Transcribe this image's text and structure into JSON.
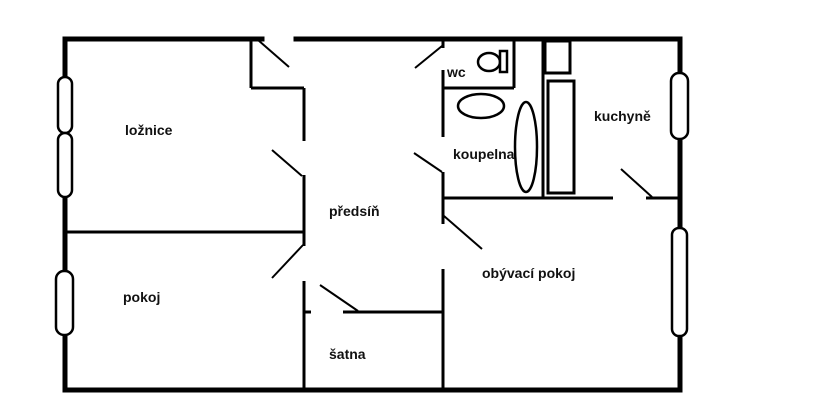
{
  "diagram": {
    "type": "floor-plan",
    "colors": {
      "wall": "#000000",
      "background": "#ffffff",
      "text": "#111111"
    },
    "rooms": [
      {
        "id": "loznice",
        "label": "ložnice"
      },
      {
        "id": "pokoj",
        "label": "pokoj"
      },
      {
        "id": "predsin",
        "label": "předsíň"
      },
      {
        "id": "satna",
        "label": "šatna"
      },
      {
        "id": "wc",
        "label": "wc"
      },
      {
        "id": "koupelna",
        "label": "koupelna"
      },
      {
        "id": "kuchyne",
        "label": "kuchyně"
      },
      {
        "id": "obyvaci-pokoj",
        "label": "obývací pokoj"
      }
    ],
    "fixtures": [
      {
        "room": "wc",
        "type": "toilet"
      },
      {
        "room": "koupelna",
        "type": "sink"
      },
      {
        "room": "koupelna",
        "type": "bathtub"
      },
      {
        "room": "kuchyne",
        "type": "stove"
      },
      {
        "room": "kuchyne",
        "type": "counter"
      }
    ],
    "windows": [
      {
        "room": "loznice",
        "wall": "left",
        "count": 2
      },
      {
        "room": "pokoj",
        "wall": "left",
        "count": 1
      },
      {
        "room": "kuchyne",
        "wall": "right",
        "count": 1
      },
      {
        "room": "obyvaci-pokoj",
        "wall": "right",
        "count": 1
      }
    ]
  }
}
